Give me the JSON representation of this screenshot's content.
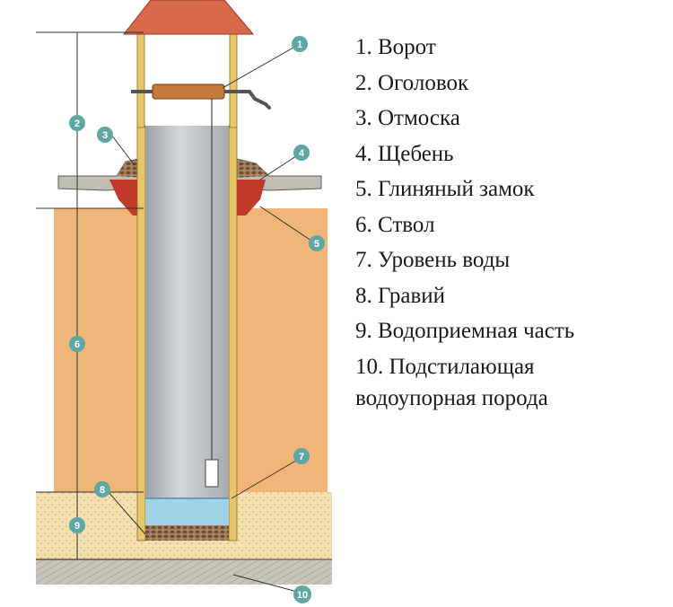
{
  "legend": [
    "1. Ворот",
    "2. Оголовок",
    "3. Отмоска",
    "4. Щебень",
    "5. Глиняный замок",
    "6. Ствол",
    "7. Уровень воды",
    "8. Гравий",
    "9. Водоприемная часть",
    "10. Подстилающая",
    "водоупорная порода"
  ],
  "callouts": [
    "1",
    "2",
    "3",
    "4",
    "5",
    "6",
    "7",
    "8",
    "9",
    "10"
  ],
  "colors": {
    "roof": "#d9694a",
    "post": "#e8c66a",
    "soil": "#f0b678",
    "sand": "#f3dfb0",
    "shaft": "#bfc3c8",
    "water": "#9fd4e6",
    "clay": "#c0392b",
    "rubble": "#8b6a48",
    "bedrock": "#c9c4bc",
    "callout": "#5fa7a5"
  }
}
